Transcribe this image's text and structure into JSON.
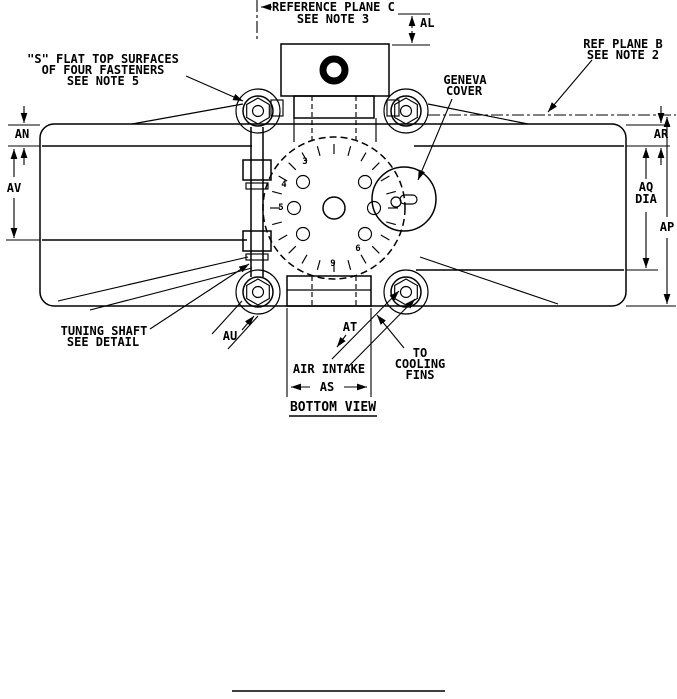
{
  "drawing": {
    "view_title": "BOTTOM VIEW",
    "callouts": {
      "reference_plane_c": [
        "REFERENCE PLANE C",
        "SEE NOTE 3"
      ],
      "s_flat_surfaces": [
        "\"S\" FLAT TOP SURFACES",
        "OF FOUR FASTENERS",
        "SEE NOTE 5"
      ],
      "geneva_cover": [
        "GENEVA",
        "COVER"
      ],
      "ref_plane_b": [
        "REF PLANE B",
        "SEE NOTE 2"
      ],
      "tuning_shaft": [
        "TUNING SHAFT",
        "SEE DETAIL"
      ],
      "air_intake": "AIR INTAKE",
      "to_cooling_fins": [
        "TO",
        "COOLING",
        "FINS"
      ]
    },
    "dimensions": {
      "al": "AL",
      "an": "AN",
      "av": "AV",
      "ar": "AR",
      "aq_dia": [
        "AQ",
        "DIA"
      ],
      "ap": "AP",
      "au": "AU",
      "at": "AT",
      "as": "AS"
    },
    "dial_numerals": [
      "3",
      "4",
      "5",
      "6",
      "9"
    ],
    "colors": {
      "line": "#000000",
      "background": "#ffffff"
    }
  }
}
